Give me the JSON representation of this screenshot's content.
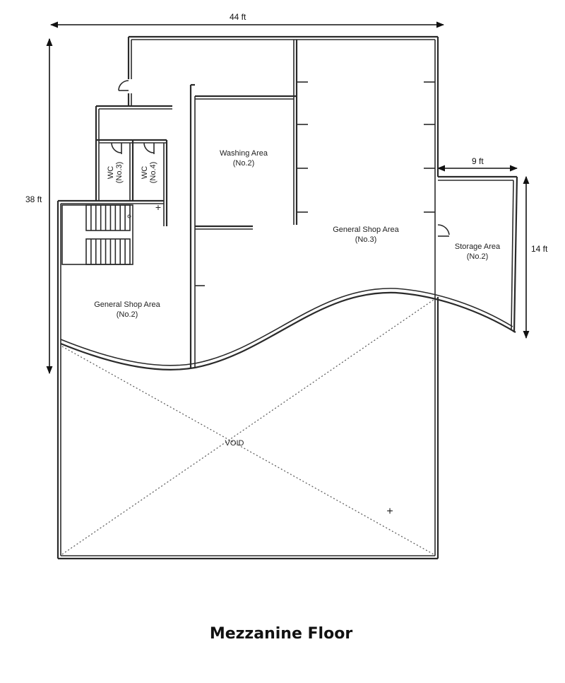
{
  "dimensions": {
    "width_top": "44 ft",
    "height_left": "38 ft",
    "storage_width": "9 ft",
    "storage_height": "14 ft"
  },
  "rooms": {
    "washing_area": [
      "Washing Area",
      "(No.2)"
    ],
    "general_shop_3": [
      "General Shop Area",
      "(No.3)"
    ],
    "storage_area": [
      "Storage Area",
      "(No.2)"
    ],
    "general_shop_2": [
      "General Shop Area",
      "(No.2)"
    ],
    "wc3": [
      "WC",
      "(No.3)"
    ],
    "wc4": [
      "WC",
      "(No.4)"
    ],
    "void": "VOID"
  },
  "title": "Mezzanine Floor"
}
